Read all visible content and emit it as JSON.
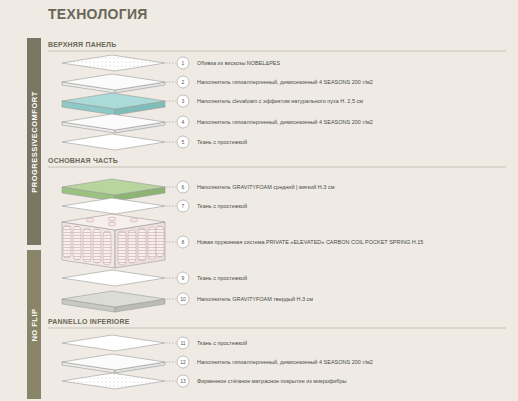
{
  "diagram": {
    "title": "ТЕХНОЛОГИЯ",
    "nodes": [
      {
        "text": [
          "PROGRESSIVECOMFORT"
        ]
      },
      {
        "text": [
          "NO FLIP"
        ]
      }
    ],
    "labels": [
      "ВЕРХНЯЯ ПАНЕЛЬ",
      "1",
      "Обивка из вискозы NOBEL&PES",
      "2",
      "Наполнитель гипоаллергенный, демисезонный 4 SEASONS 200 г/м2",
      "3",
      "Наполнитель clevafoam с эффектом натурального пуха Н. 2,5 см",
      "4",
      "Наполнитель гипоаллергенный, демисезонный 4 SEASONS 200 г/м2",
      "5",
      "Ткань с простежкой",
      "ОСНОВНАЯ ЧАСТЬ",
      "6",
      "Наполнитель GRAVITYFOAM средний | мягкий Н.3 см",
      "7",
      "Ткань с простежкой",
      "8",
      "Новая пружинная система PRIVATE «ELEVATED» CARBON COIL POCKET SPRING H.15",
      "9",
      "Ткань с простежкой",
      "10",
      "Наполнитель GRAVITYFOAM твердый Н.3 см",
      "PANNELLO INFERIORE",
      "11",
      "Ткань с простежкой",
      "12",
      "Наполнитель гипоаллергенный, демисезонный 4 SEASONS 200 г/м2",
      "13",
      "Фирменное стёганое матрасное покрытие из микрофибры"
    ]
  }
}
